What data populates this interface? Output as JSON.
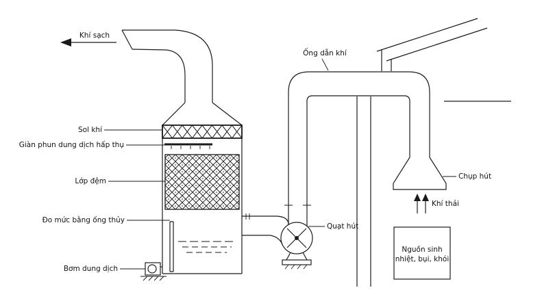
{
  "diagram": {
    "type": "process-schematic",
    "subject": "wet scrubber gas treatment system",
    "colors": {
      "line": "#1a1a1a",
      "background": "#ffffff"
    },
    "labels": {
      "clean_air": "Khí sạch",
      "aerosol": "Sol khí",
      "spray_header": "Giàn phun dung dịch hấp thụ",
      "packing": "Lớp đệm",
      "level_gauge": "Đo mức bằng ống thủy",
      "pump": "Bơm dung dịch",
      "gas_duct": "Ống dẫn khí",
      "fan": "Quạt hút",
      "hood": "Chụp hút",
      "exhaust": "Khí thải",
      "source_line1": "Nguồn sinh",
      "source_line2": "nhiệt, bụi, khói"
    }
  }
}
